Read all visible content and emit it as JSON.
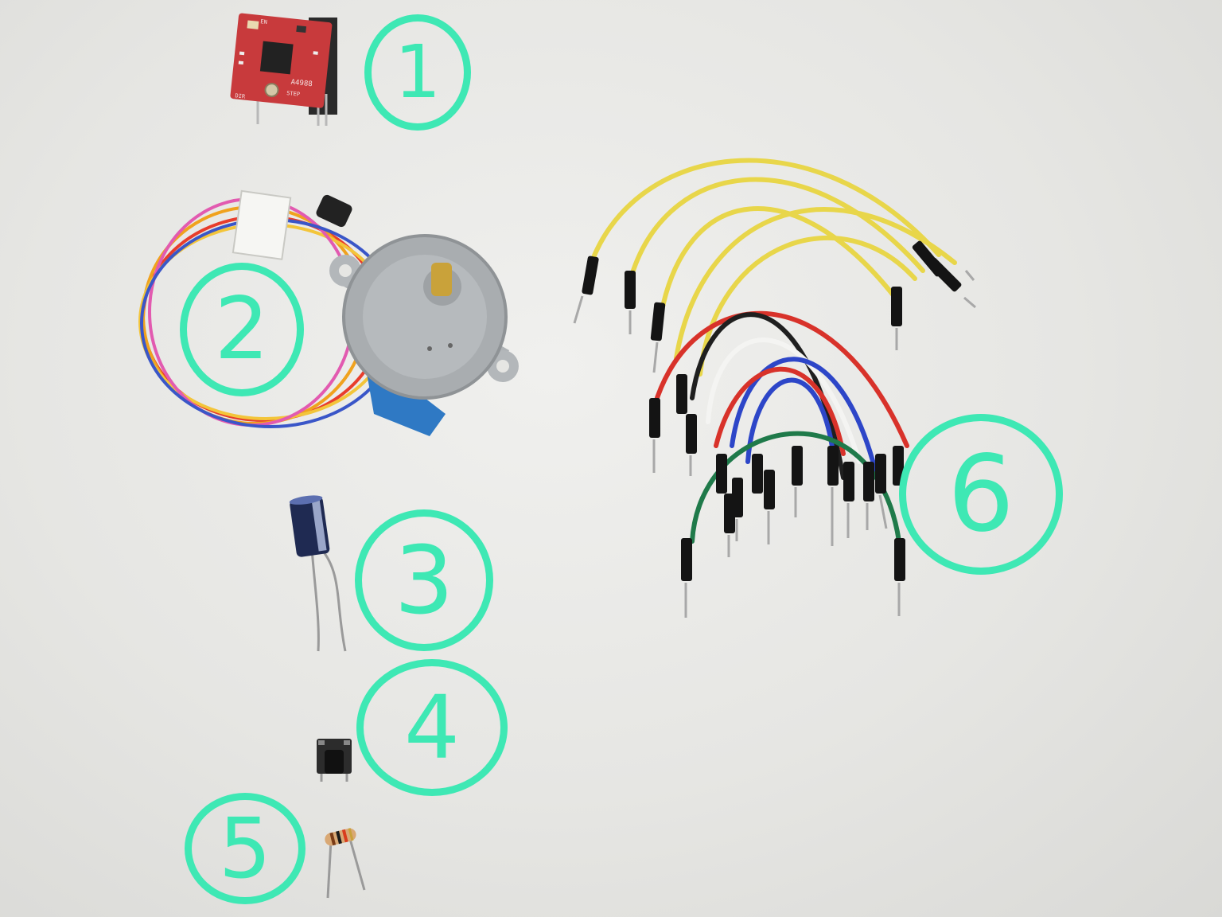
{
  "image": {
    "alt_components": [
      "stepper-driver-board",
      "stepper-motor-with-cable",
      "electrolytic-capacitor",
      "push-button",
      "resistor",
      "jumper-wires"
    ]
  },
  "labels": [
    {
      "number": "1"
    },
    {
      "number": "2"
    },
    {
      "number": "3"
    },
    {
      "number": "4"
    },
    {
      "number": "5"
    },
    {
      "number": "6"
    }
  ],
  "board_text": {
    "chip_label": "A4988",
    "pin_step": "STEP",
    "pin_dir": "DIR",
    "pin_en": "EN"
  },
  "colors": {
    "background": "#e6e6e3",
    "annotation": "#3ee8b4",
    "board": "#c83a3c",
    "motor": "#a9adb0",
    "motor_plate": "#2f79c4"
  }
}
